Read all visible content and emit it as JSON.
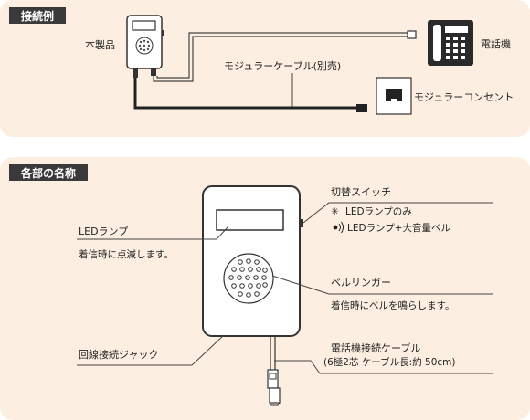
{
  "section1": {
    "tag": "接続例",
    "product_label": "本製品",
    "cable_label": "モジュラーケーブル(別売)",
    "phone_label": "電話機",
    "outlet_label": "モジュラーコンセント"
  },
  "section2": {
    "tag": "各部の名称",
    "led_title": "LEDランプ",
    "led_desc": "着信時に点滅します。",
    "switch_title": "切替スイッチ",
    "switch_opt1_icon": "✳",
    "switch_opt1": "LEDランプのみ",
    "switch_opt2": "LEDランプ+大音量ベル",
    "ringer_title": "ベルリンガー",
    "ringer_desc": "着信時にベルを鳴らします。",
    "jack_label": "回線接続ジャック",
    "cable_title": "電話機接続ケーブル",
    "cable_desc": "(6極2芯 ケーブル長:約 50cm)"
  },
  "colors": {
    "panel_bg": "#fceee1",
    "tag_bg": "#3a3a3a",
    "line": "#444444"
  }
}
